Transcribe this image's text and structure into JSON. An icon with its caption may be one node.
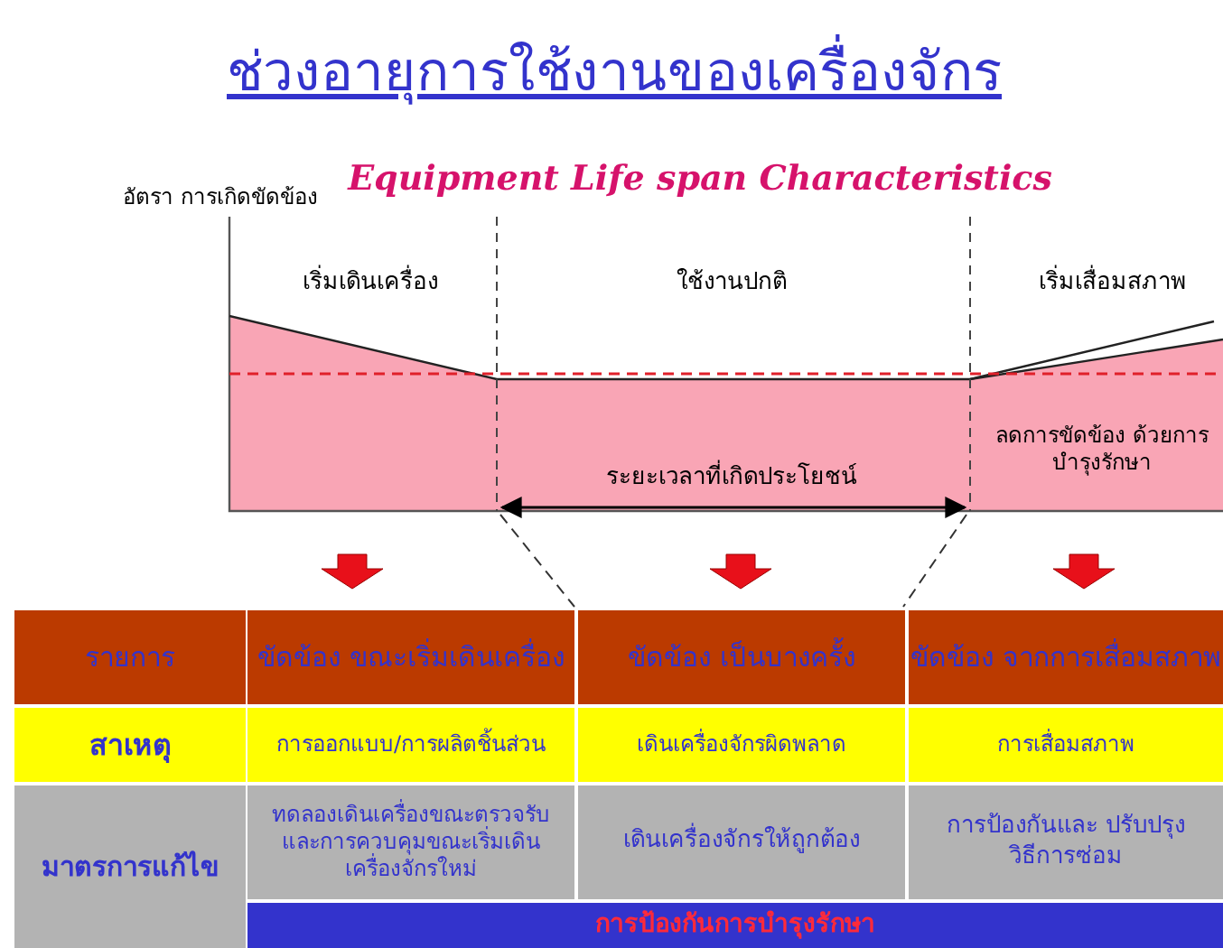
{
  "diagram": {
    "title": "ช่วงอายุการใช้งานของเครื่องจักร",
    "labels": [
      "อัตรา การเกิดขัดข้อง",
      "Equipment Life span Characteristics",
      "เริ่มเดินเครื่อง",
      "ใช้งานปกติ",
      "เริ่มเสื่อมสภาพ",
      "ลดการขัดข้อง ด้วยการบำรุงรักษา",
      "ระยะเวลาที่เกิดประโยชน์",
      "รายการ",
      "ขัดข้อง ขณะเริ่มเดินเครื่อง",
      "ขัดข้อง เป็นบางครั้ง",
      "ขัดข้อง จากการเสื่อมสภาพ",
      "สาเหตุ",
      "การออกแบบ/การผลิตชิ้นส่วน",
      "เดินเครื่องจักรผิดพลาด",
      "การเสื่อมสภาพ",
      "มาตรการแก้ไข",
      "ทดลองเดินเครื่องขณะตรวจรับและการควบคุมขณะเริ่มเดินเครื่องจักรใหม่",
      "เดินเครื่องจักรให้ถูกต้อง",
      "การป้องกันและ ปรับปรุงวิธีการซ่อม",
      "การป้องกันการบำรุงรักษา"
    ]
  }
}
